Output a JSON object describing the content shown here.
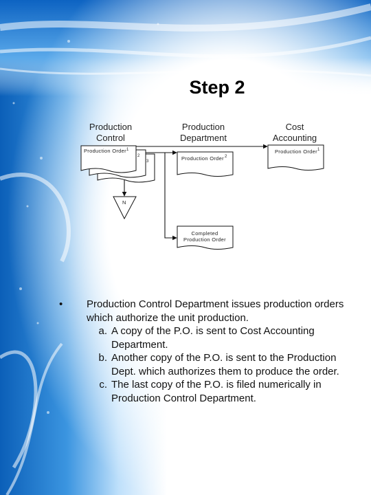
{
  "slide": {
    "title": "Step 2",
    "columns": [
      {
        "line1": "Production",
        "line2": "Control"
      },
      {
        "line1": "Production",
        "line2": "Department"
      },
      {
        "line1": "Cost",
        "line2": "Accounting"
      }
    ]
  },
  "diagram": {
    "pc_doc_label": "Production Order",
    "pc_copy_1": "1",
    "pc_copy_2": "2",
    "pc_copy_3": "3",
    "pd_doc_label": "Production Order",
    "pd_copy": "2",
    "ca_doc_label": "Production Order",
    "ca_copy": "1",
    "file_label": "N",
    "completed_line1": "Completed",
    "completed_line2": "Production Order"
  },
  "bullet": {
    "marker": "•",
    "text": "Production Control Department issues production orders which authorize the unit production.",
    "items": [
      {
        "letter": "a.",
        "text": "A copy of the P.O. is sent to Cost Accounting Department."
      },
      {
        "letter": "b.",
        "text": "Another copy of the P.O. is sent to the Production Dept. which authorizes them to produce the order."
      },
      {
        "letter": "c.",
        "text": "The last copy of the P.O. is filed numerically in Production Control Department."
      }
    ]
  }
}
